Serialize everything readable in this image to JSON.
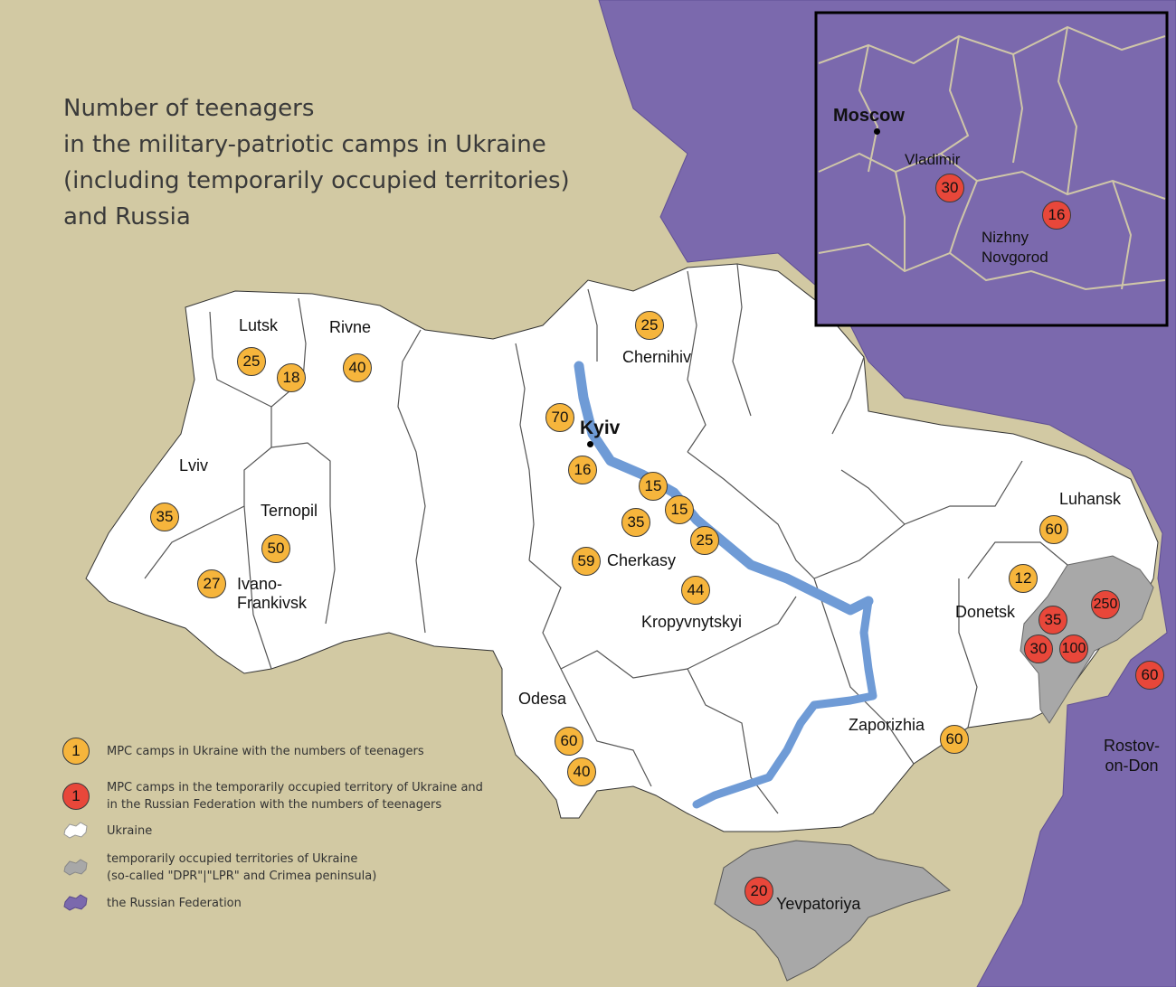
{
  "title_lines": [
    "Number of teenagers",
    "in the military-patriotic camps in Ukraine",
    "(including temporarily occupied territories)",
    "and Russia"
  ],
  "colors": {
    "background": "#d2c9a3",
    "ukraine": "#ffffff",
    "occupied": "#a8a8a8",
    "russia": "#7b69ad",
    "water": "#6f9bd6",
    "ukraine_camp": "#f6b53c",
    "occupied_russia_camp": "#e8473a"
  },
  "labels": {
    "lutsk": "Lutsk",
    "rivne": "Rivne",
    "chernihiv": "Chernihiv",
    "kyiv": "Kyiv",
    "lviv": "Lviv",
    "ternopil": "Ternopil",
    "ivano_frankivsk": [
      "Ivano-",
      "Frankivsk"
    ],
    "cherkasy": "Cherkasy",
    "kropyvnytskyi": "Kropyvnytskyi",
    "luhansk": "Luhansk",
    "donetsk": "Donetsk",
    "odesa": "Odesa",
    "zaporizhia": "Zaporizhia",
    "rostov": [
      "Rostov-",
      "on-Don"
    ],
    "yevpatoriya": "Yevpatoriya",
    "moscow": "Moscow",
    "vladimir": "Vladimir",
    "nizhny": [
      "Nizhny",
      "Novgorod"
    ]
  },
  "ukraine_camps": [
    "25",
    "18",
    "40",
    "25",
    "70",
    "16",
    "15",
    "15",
    "35",
    "25",
    "35",
    "50",
    "27",
    "59",
    "44",
    "60",
    "12",
    "60",
    "40",
    "60"
  ],
  "occupied_russia_camps": [
    "250",
    "35",
    "30",
    "100",
    "60",
    "20",
    "30",
    "16"
  ],
  "legend": {
    "badge_value": "1",
    "items": [
      [
        "MPC camps in Ukraine with the numbers of teenagers"
      ],
      [
        "MPC camps in the temporarily occupied territory of Ukraine and",
        "in the Russian Federation with the numbers of teenagers"
      ],
      [
        "Ukraine"
      ],
      [
        "temporarily occupied territories of Ukraine",
        "(so-called \"DPR\"|\"LPR\" and Crimea peninsula)"
      ],
      [
        "the Russian Federation"
      ]
    ]
  }
}
